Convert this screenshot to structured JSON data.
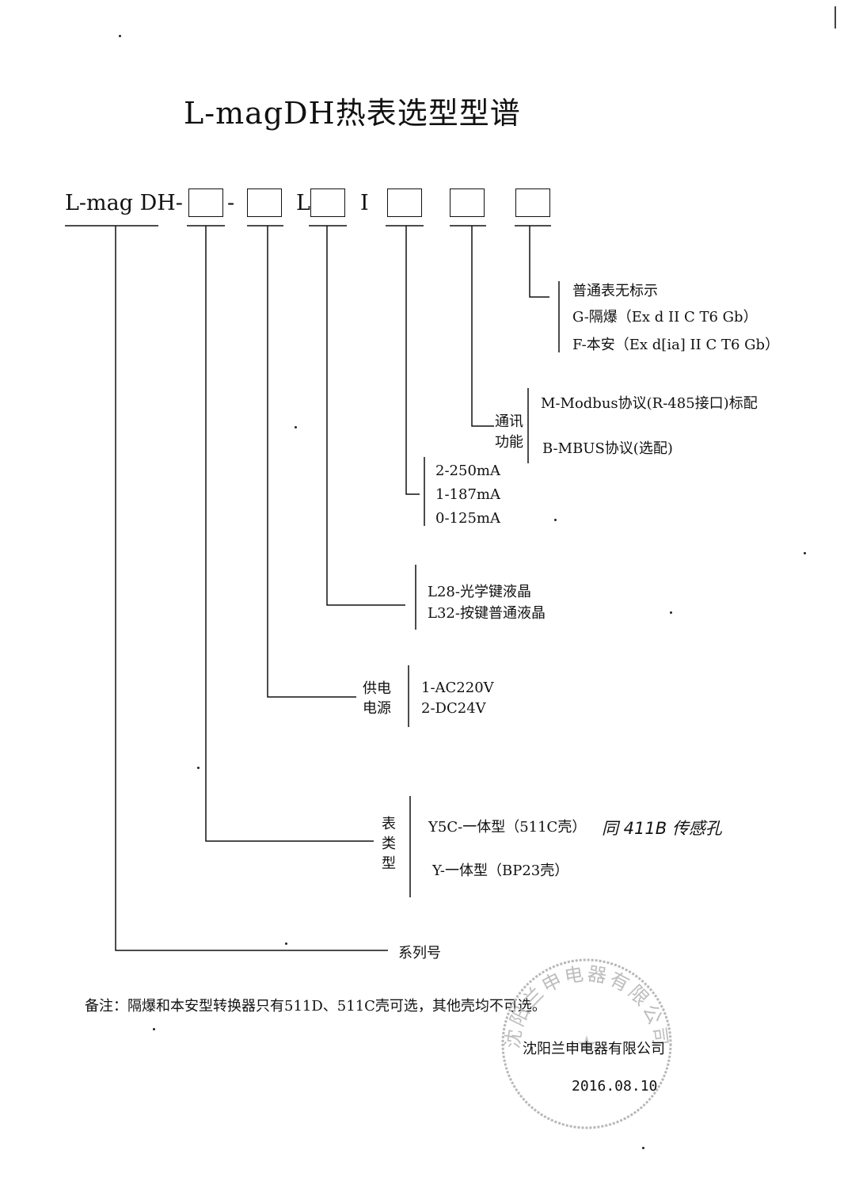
{
  "title": "L-magDH热表选型型谱",
  "code": {
    "prefix": "L-mag DH-",
    "dash": "-",
    "l": "L",
    "i": "I"
  },
  "options": {
    "explosion": [
      "普通表无标示",
      "G-隔爆（Ex d II C T6 Gb）",
      "F-本安（Ex d[ia] II C T6 Gb）"
    ],
    "comm_label": [
      "通讯",
      "功能"
    ],
    "comm": [
      "M-Modbus协议(R-485接口)标配",
      "B-MBUS协议(选配)"
    ],
    "current": [
      "2-250mA",
      "1-187mA",
      "0-125mA"
    ],
    "display": [
      "L28-光学键液晶",
      "L32-按键普通液晶"
    ],
    "power_label": [
      "供电",
      "电源"
    ],
    "power": [
      "1-AC220V",
      "2-DC24V"
    ],
    "type_label": [
      "表",
      "类",
      "型"
    ],
    "type": [
      "Y5C-一体型（511C壳）",
      "Y-一体型（BP23壳）"
    ],
    "handwritten": "同 411B 传感孔",
    "series": "系列号"
  },
  "note": "备注：隔爆和本安型转换器只有511D、511C壳可选，其他壳均不可选。",
  "company": "沈阳兰申电器有限公司",
  "date": "2016.08.10",
  "seal_text": "沈阳兰申电器有限公司"
}
